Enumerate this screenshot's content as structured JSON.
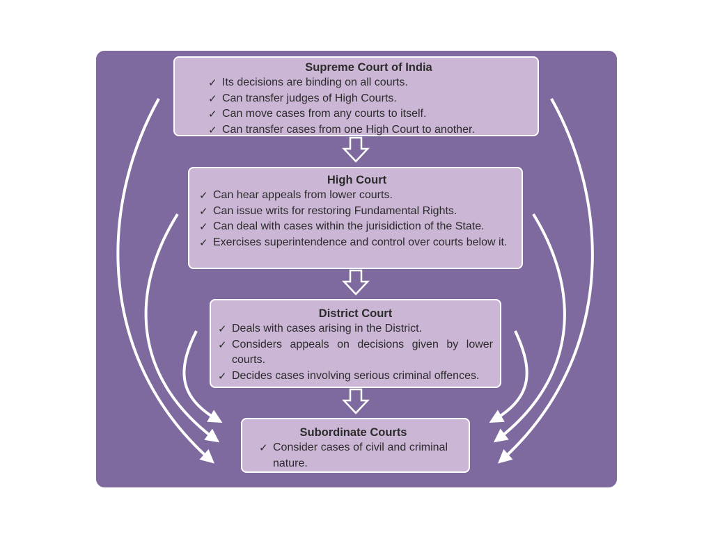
{
  "courts": {
    "supreme": {
      "title": "Supreme Court of India",
      "items": [
        "Its decisions are binding on all courts.",
        "Can transfer judges of High Courts.",
        "Can move cases from any courts to itself.",
        "Can transfer cases from one High Court to another."
      ]
    },
    "high": {
      "title": "High Court",
      "items": [
        "Can hear appeals from lower courts.",
        "Can issue writs for restoring Fundamental Rights.",
        "Can deal with cases within the jurisidiction of the State.",
        "Exercises superintendence and control over courts below it."
      ]
    },
    "district": {
      "title": "District Court",
      "items": [
        "Deals with cases arising in the District.",
        "Considers appeals on decisions given by lower courts.",
        "Decides cases involving serious criminal offences."
      ]
    },
    "subordinate": {
      "title": "Subordinate Courts",
      "items": [
        "Consider cases of civil and criminal nature."
      ]
    }
  },
  "check_glyph": "✓",
  "colors": {
    "panel": "#7f6a9f",
    "box_fill": "#cbb6d6",
    "box_border": "#ffffff",
    "arrow": "#ffffff"
  }
}
